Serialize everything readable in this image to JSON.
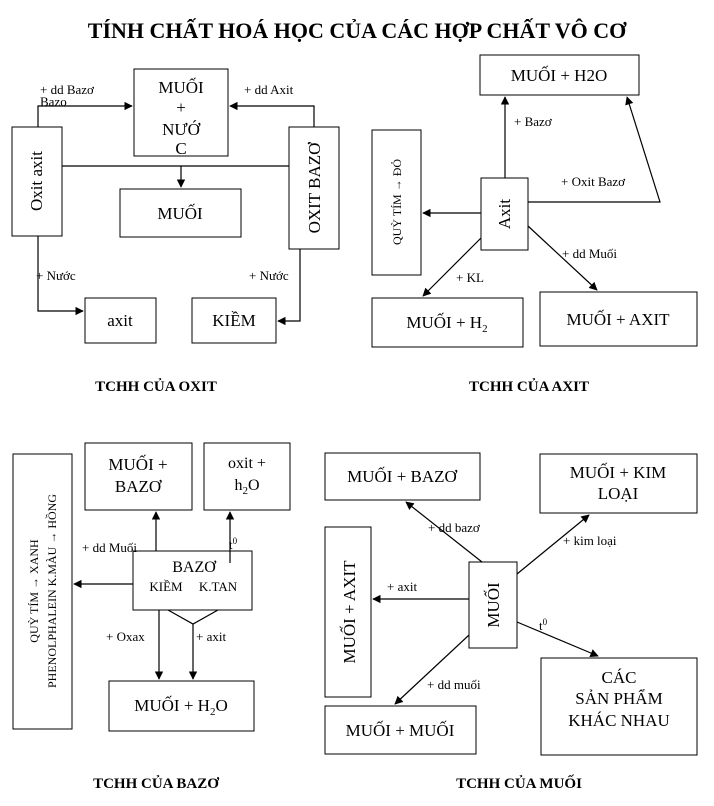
{
  "title": "TÍNH CHẤT HOÁ HỌC CỦA CÁC HỢP CHẤT VÔ CƠ",
  "oxit": {
    "caption": "TCHH CỦA OXIT",
    "muoi_nuoc": [
      "MUỐI",
      "+",
      "NƯỚ",
      "C"
    ],
    "oxit_axit": "Oxit axit",
    "oxit_bazo": "OXIT BAZƠ",
    "muoi": "MUỐI",
    "axit": "axit",
    "kiem": "KIỀM",
    "lbl_dd_bazo": "+ dd Bazơ",
    "lbl_dd_bazo_cut": "Bazo",
    "lbl_dd_axit": "+ dd Axit",
    "lbl_nuoc_left": "+ Nước",
    "lbl_nuoc_right": "+ Nước"
  },
  "axit": {
    "caption": "TCHH CỦA AXIT",
    "muoi_h2o": "MUỐI + H2O",
    "quy_tim": "QUỲ TÍM → ĐỎ",
    "center": "Axit",
    "muoi_h2_main": "MUỐI + H",
    "muoi_h2_sub": "2",
    "muoi_axit": "MUỐI + AXIT",
    "lbl_bazo": "+ Bazơ",
    "lbl_oxit_bazo": "+ Oxit Bazơ",
    "lbl_dd_muoi": "+ dd Muối",
    "lbl_kl": "+ KL"
  },
  "bazo": {
    "caption": "TCHH CỦA BAZƠ",
    "indicator_line1": "QUỲ TÍM → XANH",
    "indicator_line2": "PHENOLPHALEIN  K.MÀU → HỒNG",
    "muoi_bazo": [
      "MUỐI +",
      "BAZƠ"
    ],
    "oxit_h2o_top": "oxit +",
    "oxit_h2o_h": "h",
    "oxit_h2o_sub": "2",
    "oxit_h2o_o": "O",
    "center": "BAZƠ",
    "kiem": "KIỀM",
    "ktan": "K.TAN",
    "muoi_h2o_main": "MUỐI + H",
    "muoi_h2o_sub": "2",
    "muoi_h2o_end": "O",
    "lbl_dd_muoi": "+ dd Muối",
    "lbl_t": "t",
    "lbl_t_sup": "0",
    "lbl_oxax": "+ Oxax",
    "lbl_axit": "+ axit"
  },
  "muoi": {
    "caption": "TCHH CỦA MUỐI",
    "muoi_bazo": "MUỐI + BAZƠ",
    "muoi_kimloai": [
      "MUỐI + KIM",
      "LOẠI"
    ],
    "muoi_axit": "MUỐI + AXIT",
    "center": "MUỐI",
    "san_pham": [
      "CÁC",
      "SẢN PHẨM",
      "KHÁC NHAU"
    ],
    "muoi_muoi": "MUỐI + MUỐI",
    "lbl_dd_bazo": "+ dd bazơ",
    "lbl_kim_loai": "+ kim loại",
    "lbl_axit": "+ axit",
    "lbl_t": "t",
    "lbl_t_sup": "0",
    "lbl_dd_muoi": "+ dd muối"
  }
}
